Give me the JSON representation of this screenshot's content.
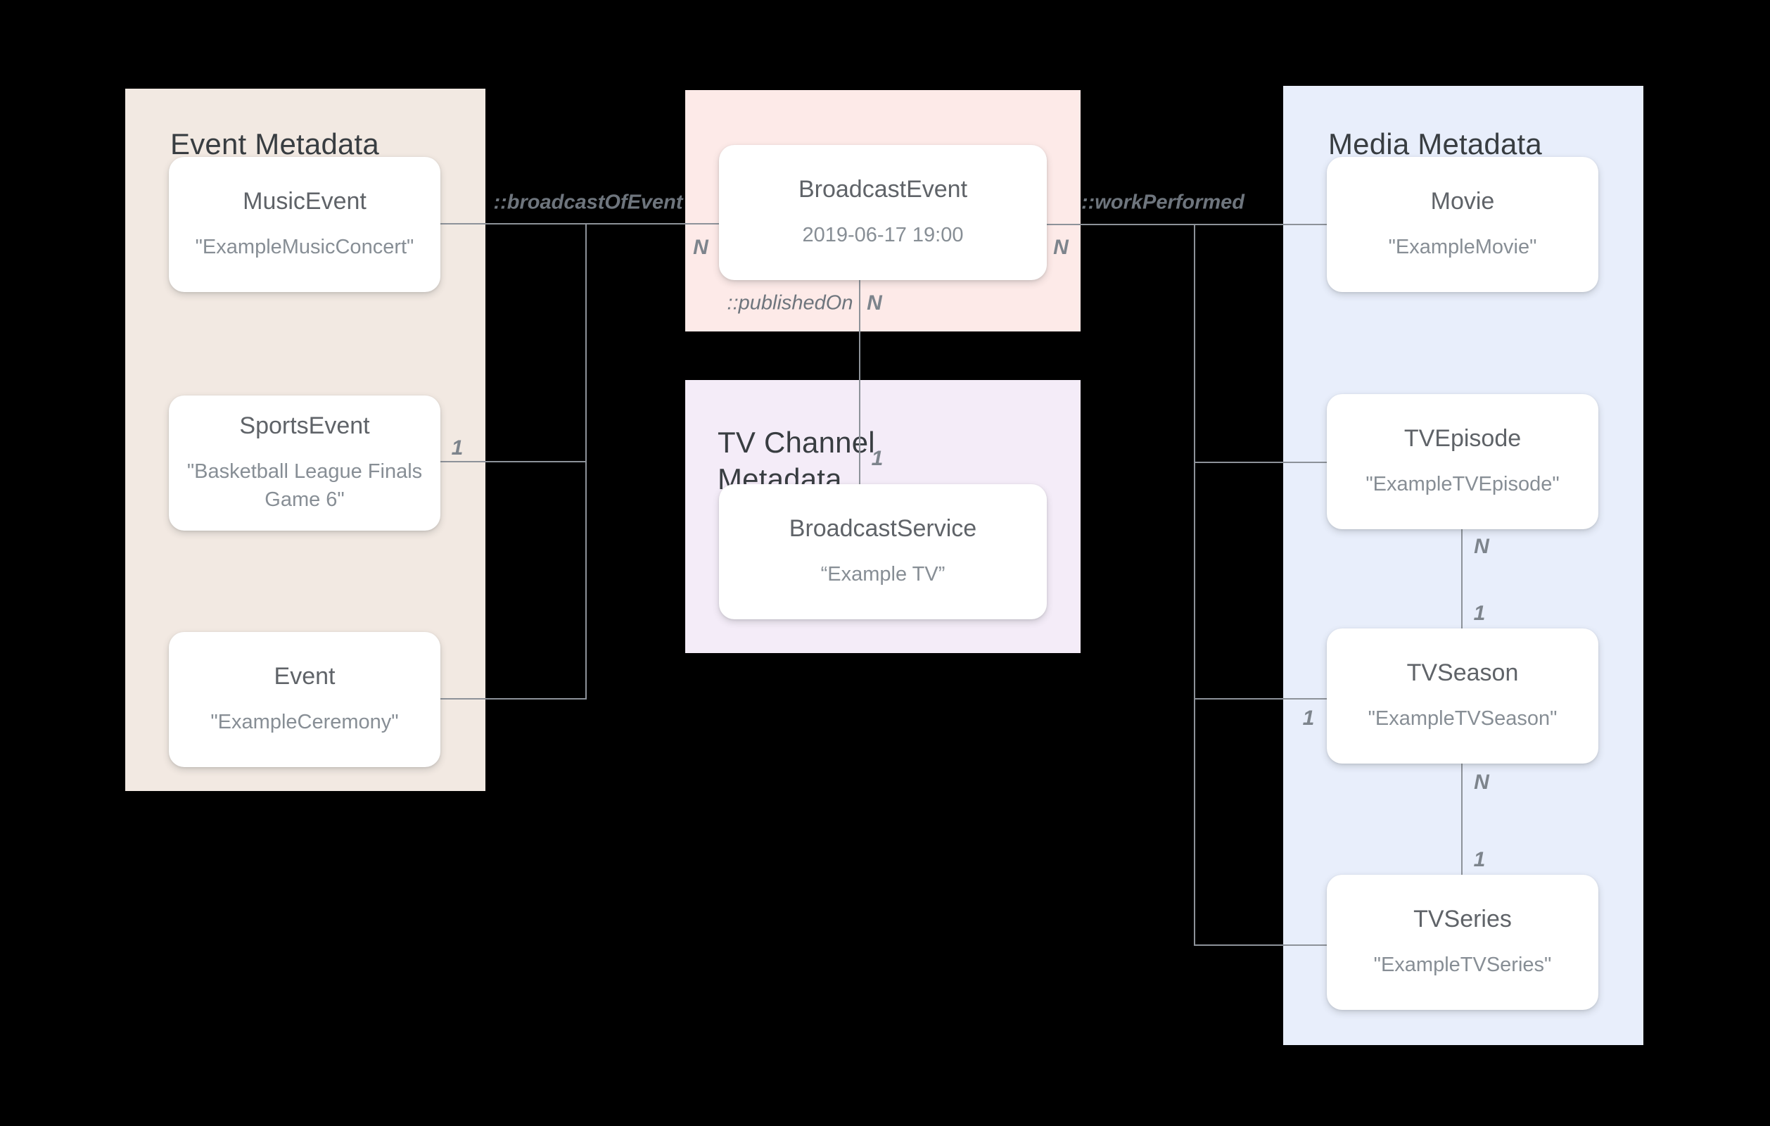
{
  "colors": {
    "background": "#000000",
    "panel_event": "#f2e9e2",
    "panel_broadcast": "#fdeae8",
    "panel_tv_channel": "#f4ecf8",
    "panel_media": "#e8eefb",
    "node_bg": "#ffffff",
    "line": "#8d9299",
    "panel_title": "#383d41",
    "node_title": "#5f6368",
    "node_value": "#878e95",
    "edge_label": "#6e757d",
    "cardinality": "#7d848c"
  },
  "panels": {
    "event": {
      "title": "Event Metadata"
    },
    "broadcast": {
      "title": ""
    },
    "tv_channel": {
      "title": "TV Channel Metadata"
    },
    "media": {
      "title": "Media Metadata"
    }
  },
  "nodes": {
    "music_event": {
      "title": "MusicEvent",
      "value": "\"ExampleMusicConcert\""
    },
    "sports_event": {
      "title": "SportsEvent",
      "value": "\"Basketball League Finals Game 6\""
    },
    "event": {
      "title": "Event",
      "value": "\"ExampleCeremony\""
    },
    "broadcast_event": {
      "title": "BroadcastEvent",
      "value": "2019-06-17 19:00"
    },
    "broadcast_service": {
      "title": "BroadcastService",
      "value": "“Example TV”"
    },
    "movie": {
      "title": "Movie",
      "value": "\"ExampleMovie\""
    },
    "tv_episode": {
      "title": "TVEpisode",
      "value": "\"ExampleTVEpisode\""
    },
    "tv_season": {
      "title": "TVSeason",
      "value": "\"ExampleTVSeason\""
    },
    "tv_series": {
      "title": "TVSeries",
      "value": "\"ExampleTVSeries\""
    }
  },
  "edge_labels": {
    "broadcast_of_event": "::broadcastOfEvent",
    "work_performed": "::workPerformed",
    "published_on": "::publishedOn"
  },
  "cardinalities": {
    "sports_junction_1": "1",
    "broadcast_left_n": "N",
    "broadcast_right_n": "N",
    "published_on_n": "N",
    "published_on_1": "1",
    "episode_season_n": "N",
    "episode_season_1": "1",
    "season_left_1": "1",
    "season_series_n": "N",
    "season_series_1": "1"
  }
}
